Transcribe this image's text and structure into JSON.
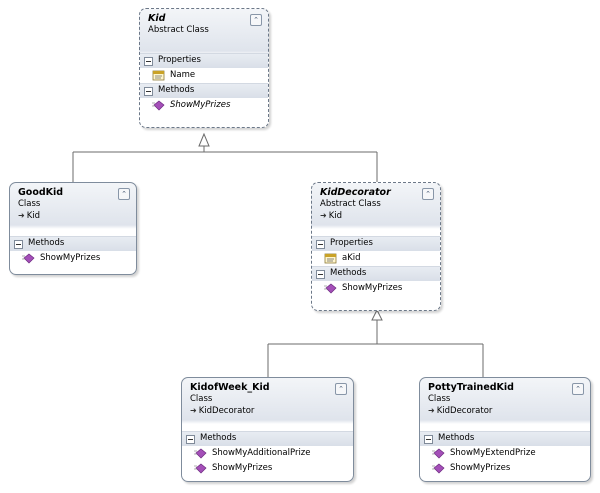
{
  "diagram": {
    "classes": {
      "kid": {
        "name": "Kid",
        "kind": "Abstract Class",
        "sections": [
          {
            "label": "Properties",
            "members": [
              {
                "label": "Name",
                "icon": "property-icon"
              }
            ]
          },
          {
            "label": "Methods",
            "members": [
              {
                "label": "ShowMyPrizes",
                "icon": "method-icon"
              }
            ]
          }
        ]
      },
      "goodkid": {
        "name": "GoodKid",
        "kind": "Class",
        "base": "Kid",
        "sections": [
          {
            "label": "Methods",
            "members": [
              {
                "label": "ShowMyPrizes",
                "icon": "method-icon"
              }
            ]
          }
        ]
      },
      "kiddecorator": {
        "name": "KidDecorator",
        "kind": "Abstract Class",
        "base": "Kid",
        "sections": [
          {
            "label": "Properties",
            "members": [
              {
                "label": "aKid",
                "icon": "property-icon"
              }
            ]
          },
          {
            "label": "Methods",
            "members": [
              {
                "label": "ShowMyPrizes",
                "icon": "method-icon"
              }
            ]
          }
        ]
      },
      "kidofweek": {
        "name": "KidofWeek_Kid",
        "kind": "Class",
        "base": "KidDecorator",
        "sections": [
          {
            "label": "Methods",
            "members": [
              {
                "label": "ShowMyAdditionalPrize",
                "icon": "method-icon"
              },
              {
                "label": "ShowMyPrizes",
                "icon": "method-icon"
              }
            ]
          }
        ]
      },
      "pottytrained": {
        "name": "PottyTrainedKid",
        "kind": "Class",
        "base": "KidDecorator",
        "sections": [
          {
            "label": "Methods",
            "members": [
              {
                "label": "ShowMyExtendPrize",
                "icon": "method-icon"
              },
              {
                "label": "ShowMyPrizes",
                "icon": "method-icon"
              }
            ]
          }
        ]
      }
    },
    "colors": {
      "border": "#7f8c9c",
      "header_gradient": "#dfe4ec",
      "section_band": "#d9dfe8",
      "connector": "#6b6b6b",
      "method_icon": "#a44fb8",
      "property_icon": "#c9a227"
    }
  }
}
